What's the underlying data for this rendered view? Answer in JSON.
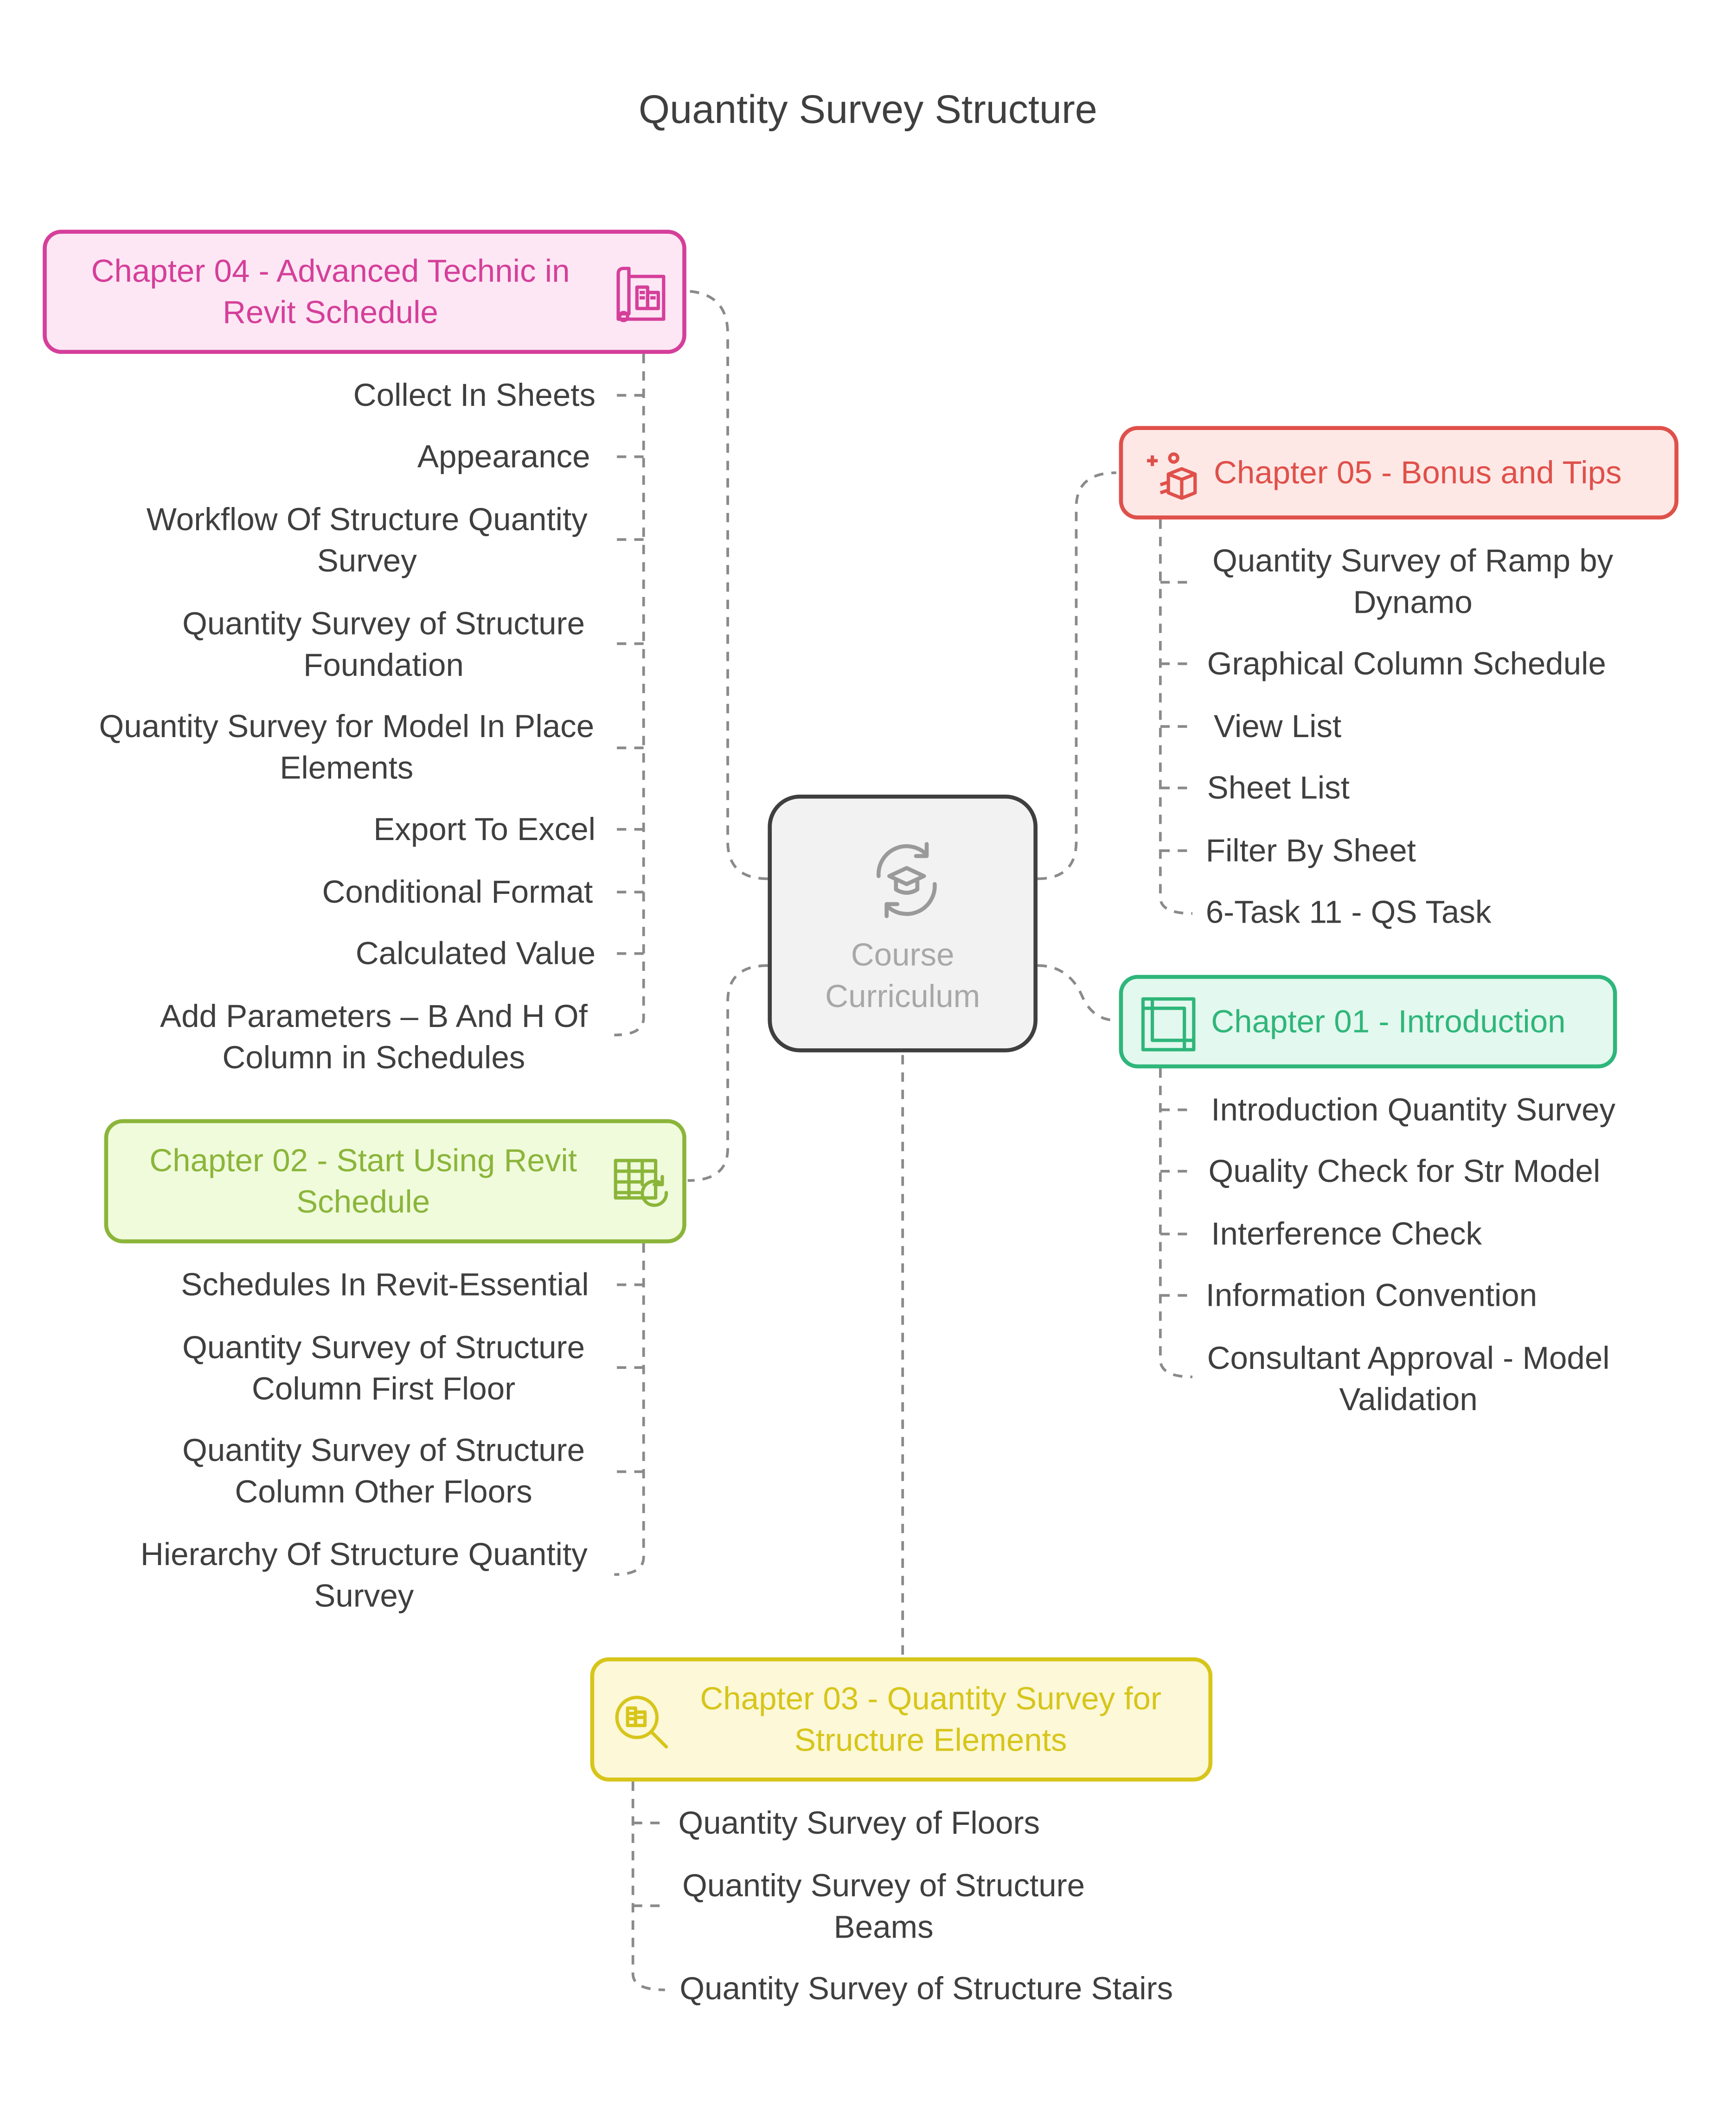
{
  "title": "Quantity Survey  Structure",
  "center": {
    "label": "Course\nCurriculum",
    "icon": "graduation-cap-cycle-icon"
  },
  "chapters": {
    "ch04": {
      "label": "Chapter 04 - Advanced Technic in\nRevit Schedule",
      "icon": "blueprint-icon",
      "color": "#d53f9a",
      "items": [
        "Collect In Sheets",
        "Appearance",
        "Workflow Of Structure Quantity\nSurvey",
        "Quantity Survey of Structure\nFoundation",
        "Quantity Survey for Model In Place\nElements",
        "Export To Excel",
        "Conditional Format",
        "Calculated Value",
        "Add Parameters – B And H Of\nColumn in Schedules"
      ]
    },
    "ch05": {
      "label": "Chapter 05 - Bonus and Tips",
      "icon": "gift-box-icon",
      "color": "#e0504a",
      "items": [
        "Quantity Survey of Ramp by\nDynamo",
        "Graphical Column Schedule",
        "View List",
        "Sheet List",
        "Filter By Sheet",
        "6-Task 11 - QS Task"
      ]
    },
    "ch01": {
      "label": "Chapter 01 - Introduction",
      "icon": "frame-icon",
      "color": "#2fb67a",
      "items": [
        "Introduction Quantity Survey",
        "Quality Check for Str Model",
        "Interference Check",
        "Information Convention",
        "Consultant Approval - Model\nValidation"
      ]
    },
    "ch02": {
      "label": "Chapter 02 - Start Using Revit\nSchedule",
      "icon": "table-refresh-icon",
      "color": "#8bb53a",
      "items": [
        "Schedules In Revit-Essential",
        "Quantity Survey of Structure\nColumn First Floor",
        "Quantity Survey of Structure\nColumn Other Floors",
        "Hierarchy Of Structure Quantity\nSurvey"
      ]
    },
    "ch03": {
      "label": "Chapter 03 - Quantity Survey for\nStructure Elements",
      "icon": "search-building-icon",
      "color": "#d7c51a",
      "items": [
        "Quantity Survey of Floors",
        "Quantity Survey of Structure\nBeams",
        "Quantity Survey of Structure Stairs"
      ]
    }
  }
}
